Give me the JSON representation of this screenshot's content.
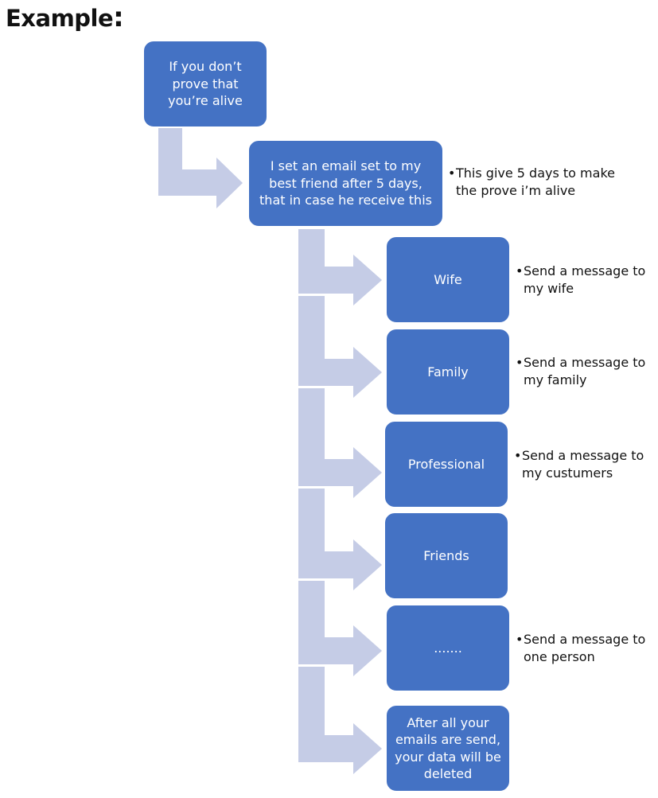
{
  "title": "Example",
  "title_colon": ":",
  "steps": {
    "start": "If you don’t prove that you’re alive",
    "email": "I set an email set to my best friend after 5 days, that in case he receive this"
  },
  "email_note": "This give 5 days to make\nthe prove i’m alive",
  "bullet": "•",
  "groups": [
    {
      "label": "Wife",
      "note": "Send a message to\nmy wife"
    },
    {
      "label": "Family",
      "note": "Send a message to\nmy family"
    },
    {
      "label": "Professional",
      "note": "Send a message to\nmy custumers"
    },
    {
      "label": "Friends",
      "note": ""
    },
    {
      "label": ".......",
      "note": "Send a message to\none person"
    },
    {
      "label": "After all your emails are send, your data will be deleted",
      "note": ""
    }
  ],
  "colors": {
    "box": "#4472c4",
    "arrow": "#c5cce6",
    "text": "#111111"
  }
}
